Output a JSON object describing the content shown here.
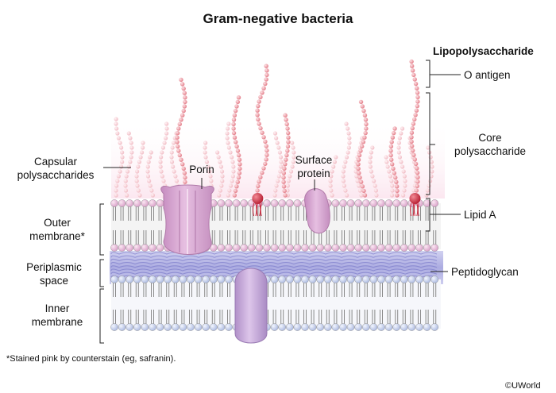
{
  "title": "Gram-negative bacteria",
  "lps_heading": "Lipopolysaccharide",
  "labels": {
    "o_antigen": "O antigen",
    "core_line1": "Core",
    "core_line2": "polysaccharide",
    "lipid_a": "Lipid A",
    "peptidoglycan": "Peptidoglycan",
    "capsular_line1": "Capsular",
    "capsular_line2": "polysaccharides",
    "porin": "Porin",
    "surface_line1": "Surface",
    "surface_line2": "protein",
    "outer_line1": "Outer",
    "outer_line2": "membrane*",
    "peri_line1": "Periplasmic",
    "peri_line2": "space",
    "inner_line1": "Inner",
    "inner_line2": "membrane"
  },
  "footnote": "*Stained pink by counterstain (eg, safranin).",
  "copyright": "©UWorld",
  "colors": {
    "outer_head": "#e7b6d6",
    "inner_head": "#c9d3ee",
    "peptidoglycan": "#8e8ed2",
    "protein": "#d6a3cf",
    "lps_chain": "#e4868f",
    "lipid_a": "#c8283c"
  }
}
